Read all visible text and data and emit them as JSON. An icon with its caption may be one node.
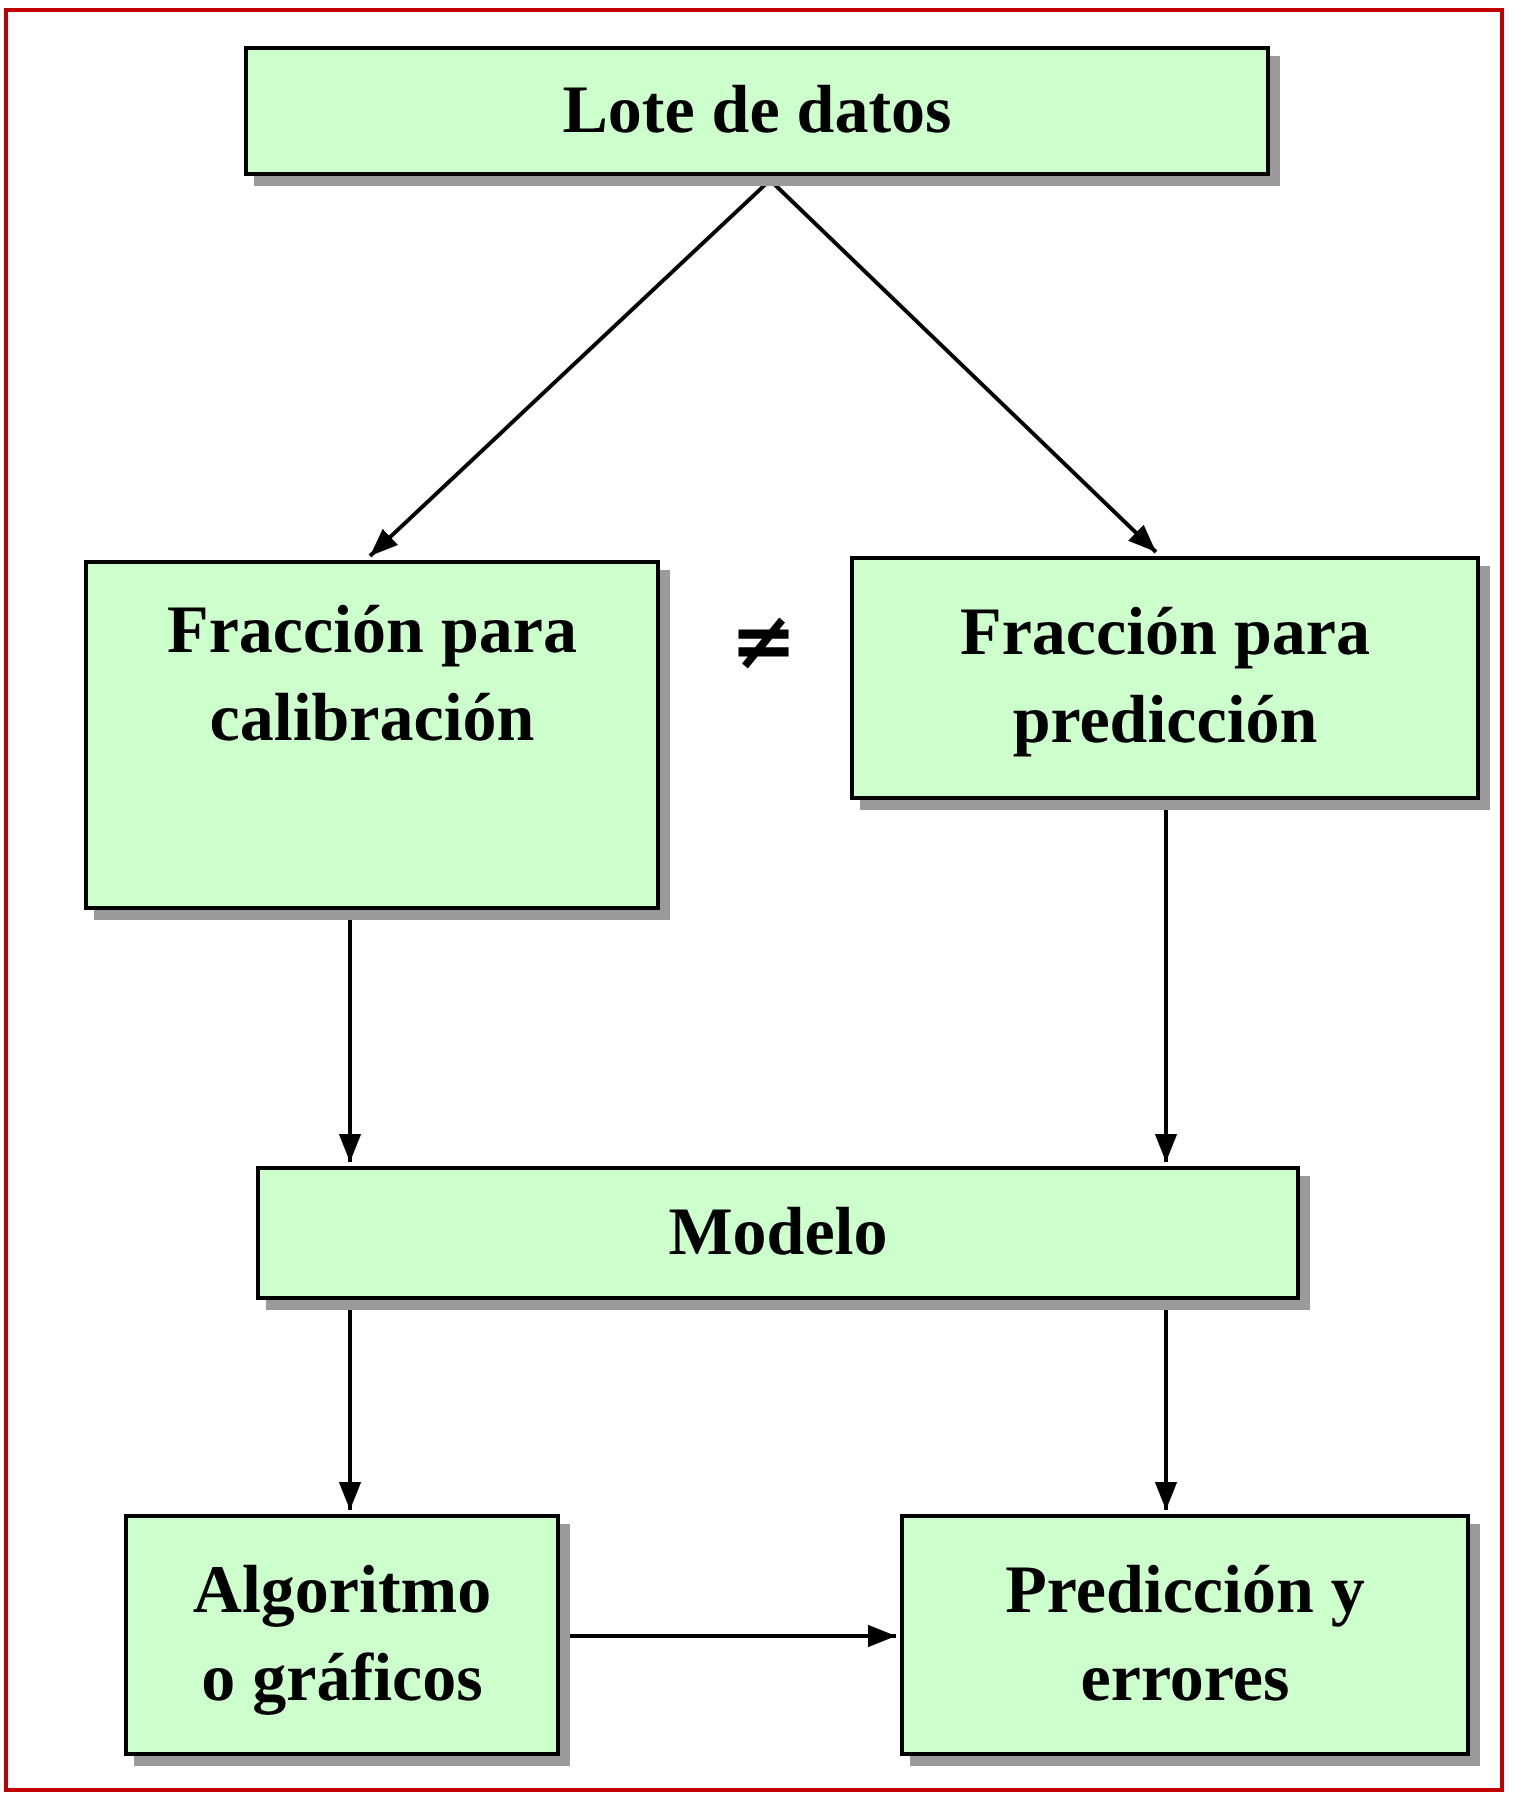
{
  "diagram": {
    "nodes": [
      {
        "text": [
          "Lote de datos"
        ]
      },
      {
        "text": [
          "Fracción para calibración"
        ]
      },
      {
        "text": [
          "Fracción para predicción"
        ]
      },
      {
        "text": [
          "Modelo"
        ]
      },
      {
        "text": [
          "Algoritmo o gráficos"
        ]
      },
      {
        "text": [
          "Predicción y errores"
        ]
      }
    ],
    "edges": [
      {
        "from": 0,
        "to": 1,
        "arrow": "to"
      },
      {
        "from": 0,
        "to": 2,
        "arrow": "to"
      },
      {
        "from": 1,
        "to": 3,
        "arrow": "to"
      },
      {
        "from": 2,
        "to": 3,
        "arrow": "to"
      },
      {
        "from": 3,
        "to": 4,
        "arrow": "to"
      },
      {
        "from": 3,
        "to": 5,
        "arrow": "to"
      },
      {
        "from": 4,
        "to": 5,
        "arrow": "to"
      }
    ],
    "labels": [
      "≠"
    ]
  }
}
